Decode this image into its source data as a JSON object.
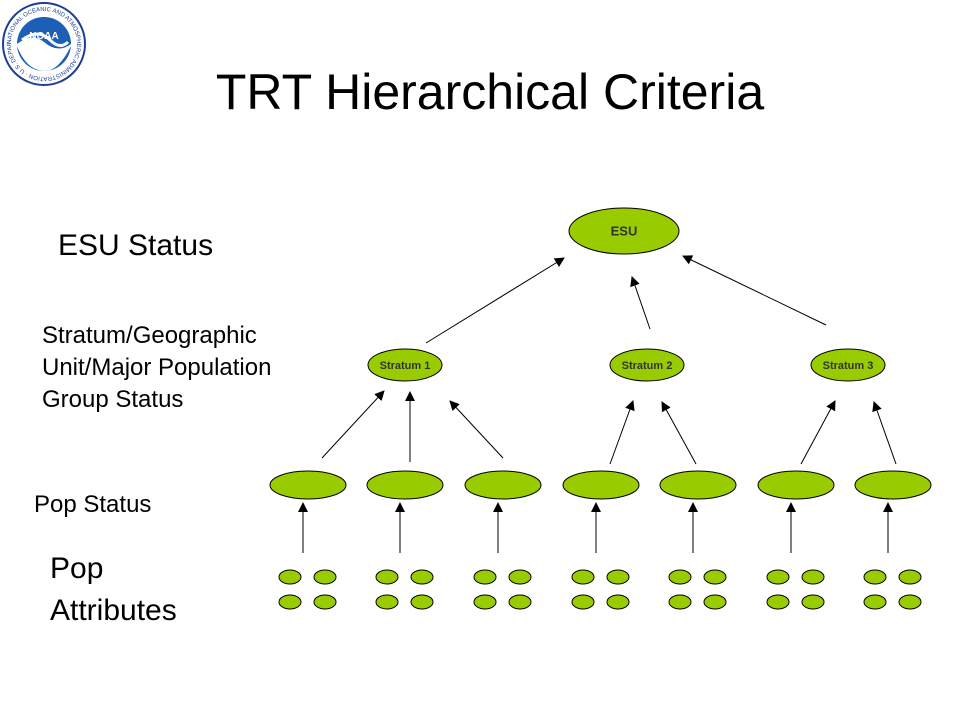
{
  "title": "TRT Hierarchical Criteria",
  "levels": {
    "esu": "ESU Status",
    "stratum": [
      "Stratum/Geographic",
      "Unit/Major Population",
      "Group Status"
    ],
    "pop": "Pop Status",
    "attributes": [
      "Pop",
      "Attributes"
    ]
  },
  "nodes": {
    "esu": "ESU",
    "strata": [
      "Stratum 1",
      "Stratum 2",
      "Stratum 3"
    ]
  },
  "colors": {
    "node_fill": "#99CC00",
    "node_stroke": "#000000",
    "arrow": "#000000"
  },
  "logo": {
    "text": "NOAA",
    "ring_text": "NATIONAL OCEANIC AND ATMOSPHERIC ADMINISTRATION · U.S. DEPARTMENT OF COMMERCE"
  }
}
